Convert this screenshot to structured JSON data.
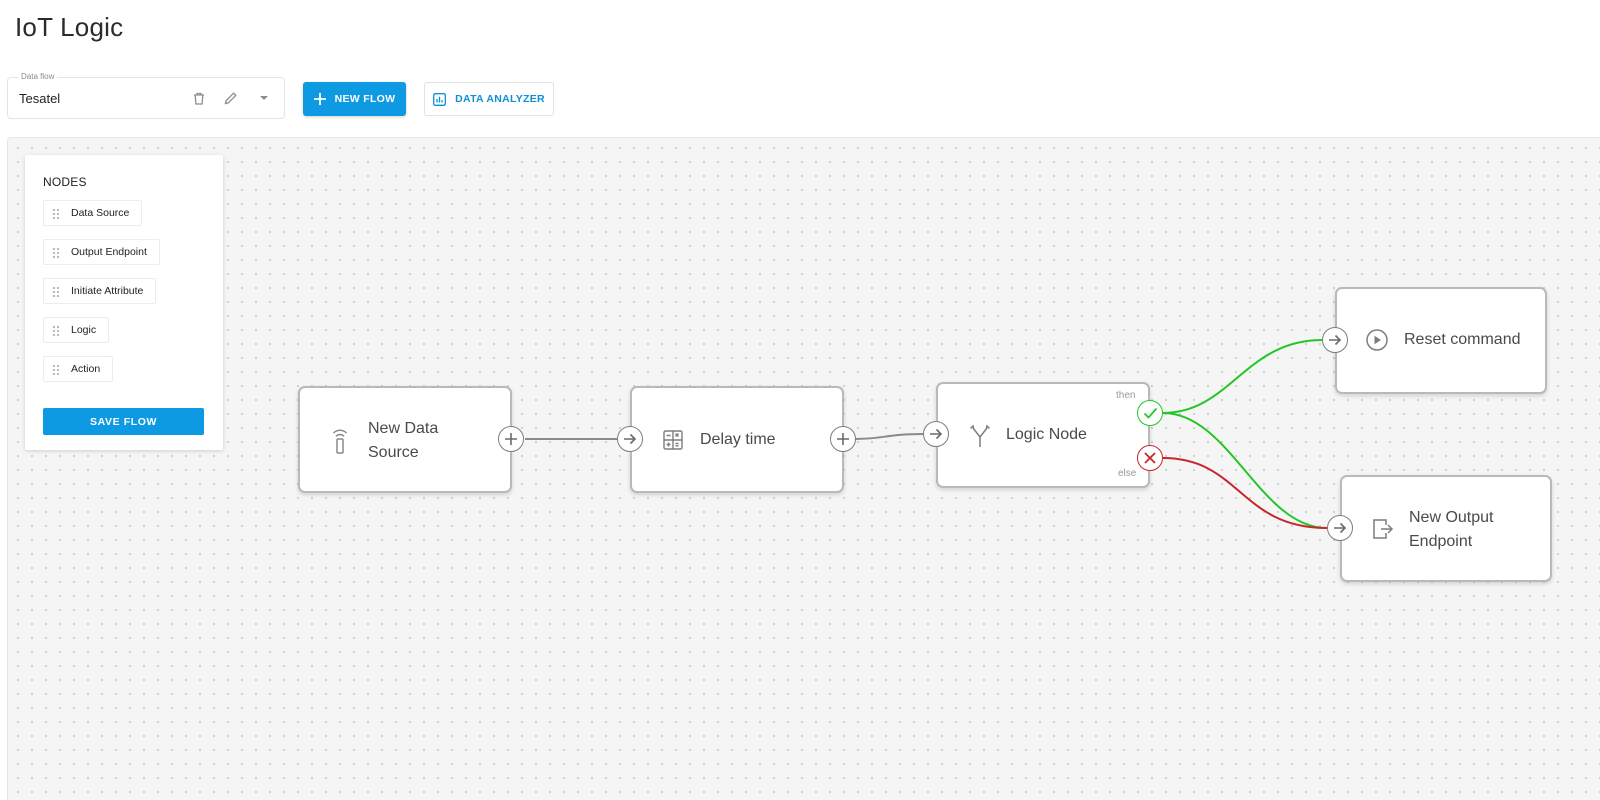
{
  "app": {
    "title": "IoT Logic"
  },
  "toolbar": {
    "flow_select": {
      "label": "Data flow",
      "value": "Tesatel"
    },
    "new_flow_label": "NEW FLOW",
    "data_analyzer_label": "DATA ANALYZER"
  },
  "palette": {
    "title": "NODES",
    "items": [
      {
        "label": "Data Source"
      },
      {
        "label": "Output Endpoint"
      },
      {
        "label": "Initiate Attribute"
      },
      {
        "label": "Logic"
      },
      {
        "label": "Action"
      }
    ],
    "save_label": "SAVE FLOW"
  },
  "flow": {
    "nodes": {
      "data_source": {
        "label": "New Data Source",
        "icon": "antenna-icon"
      },
      "delay": {
        "label": "Delay time",
        "icon": "calculator-icon"
      },
      "logic": {
        "label": "Logic Node",
        "icon": "split-icon",
        "then_label": "then",
        "else_label": "else"
      },
      "reset": {
        "label": "Reset command",
        "icon": "play-circle-icon"
      },
      "output": {
        "label": "New Output Endpoint",
        "icon": "exit-icon"
      }
    },
    "edges": [
      {
        "from": "data_source",
        "to": "delay",
        "kind": "default"
      },
      {
        "from": "delay",
        "to": "logic",
        "kind": "default"
      },
      {
        "from": "logic",
        "to": "reset",
        "kind": "then"
      },
      {
        "from": "logic",
        "to": "output",
        "kind": "then"
      },
      {
        "from": "logic",
        "to": "output",
        "kind": "else"
      }
    ]
  },
  "colors": {
    "primary": "#0e9ae3",
    "then": "#24c627",
    "else": "#c7262c",
    "wire": "#8a8a8a"
  }
}
